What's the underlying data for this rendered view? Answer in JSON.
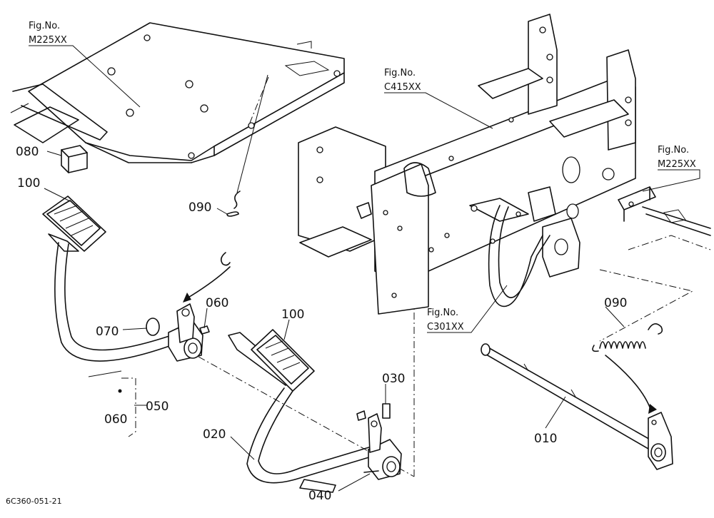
{
  "figure_refs": [
    {
      "id": "ref-m225-left",
      "line1": "Fig.No.",
      "line2": "M225XX"
    },
    {
      "id": "ref-c415",
      "line1": "Fig.No.",
      "line2": "C415XX"
    },
    {
      "id": "ref-m225-right",
      "line1": "Fig.No.",
      "line2": "M225XX"
    },
    {
      "id": "ref-c301",
      "line1": "Fig.No.",
      "line2": "C301XX"
    }
  ],
  "callouts": {
    "c080": "080",
    "c100_left": "100",
    "c090_left": "090",
    "c060_top": "060",
    "c070": "070",
    "c050": "050",
    "c060_bottom": "060",
    "c100_mid": "100",
    "c020": "020",
    "c030": "030",
    "c040": "040",
    "c090_right": "090",
    "c010": "010"
  },
  "drawing_code": "6C360-051-21"
}
